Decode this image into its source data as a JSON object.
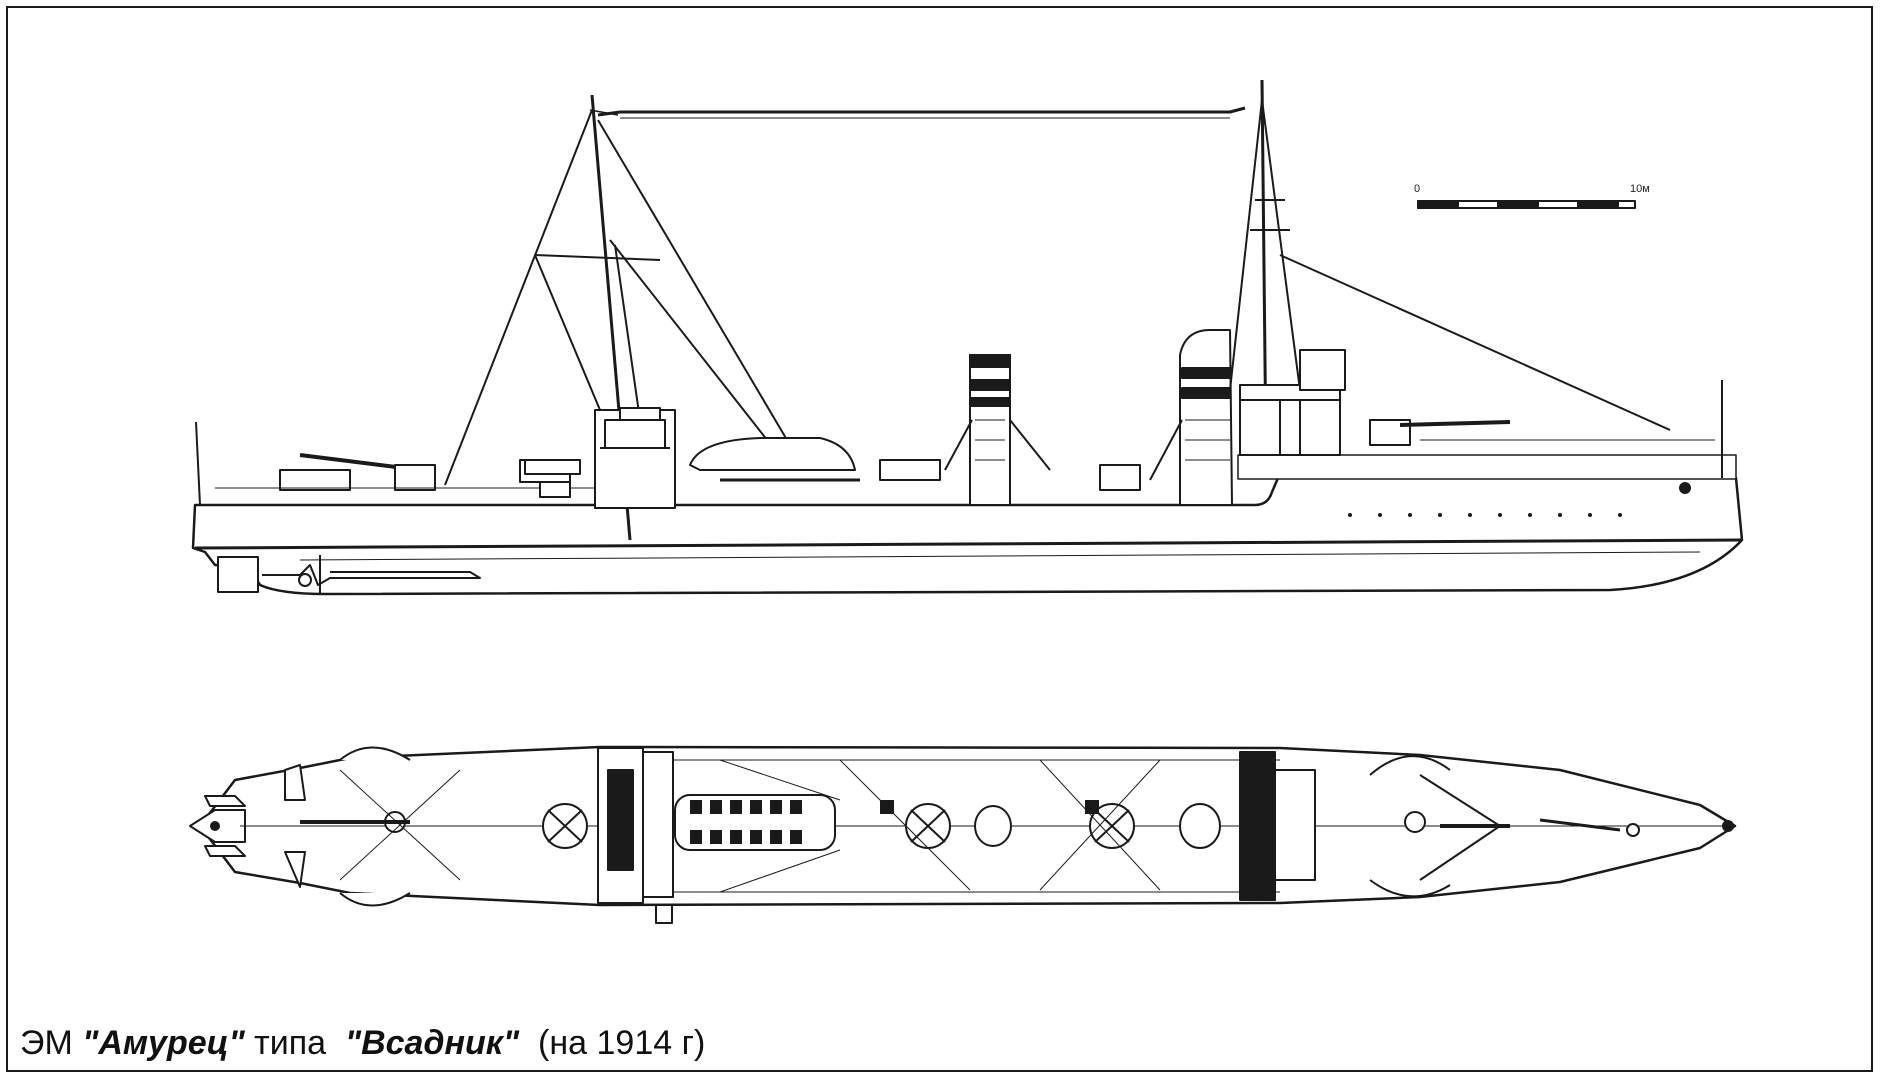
{
  "caption": {
    "prefix": "ЭМ",
    "ship_name": "\"Амурец\"",
    "type_word": "типа",
    "class_name": "\"Всадник\"",
    "year_note": "(на 1914 г)"
  },
  "scale_bar": {
    "start_label": "0",
    "end_label": "10м"
  },
  "views": {
    "side_view": "side-elevation",
    "top_view": "deck-plan"
  }
}
